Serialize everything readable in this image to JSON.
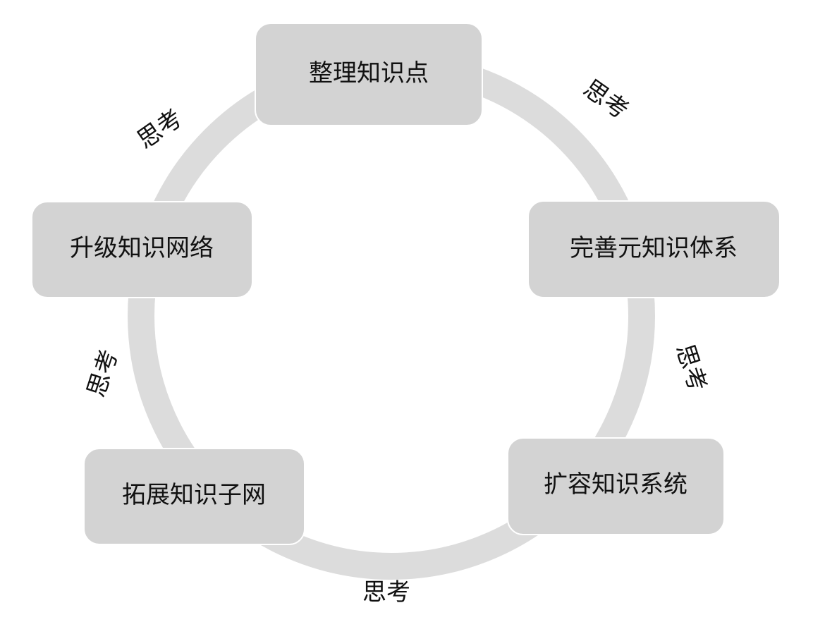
{
  "colors": {
    "ring": "#dcdcdc",
    "node_fill": "#d3d3d3",
    "text": "#111111",
    "background": "#ffffff"
  },
  "nodes": [
    {
      "label": "整理知识点"
    },
    {
      "label": "完善元知识体系"
    },
    {
      "label": "扩容知识系统"
    },
    {
      "label": "拓展知识子网"
    },
    {
      "label": "升级知识网络"
    }
  ],
  "edges": [
    {
      "label": "思考"
    },
    {
      "label": "思考"
    },
    {
      "label": "思考"
    },
    {
      "label": "思考"
    },
    {
      "label": "思考"
    }
  ]
}
